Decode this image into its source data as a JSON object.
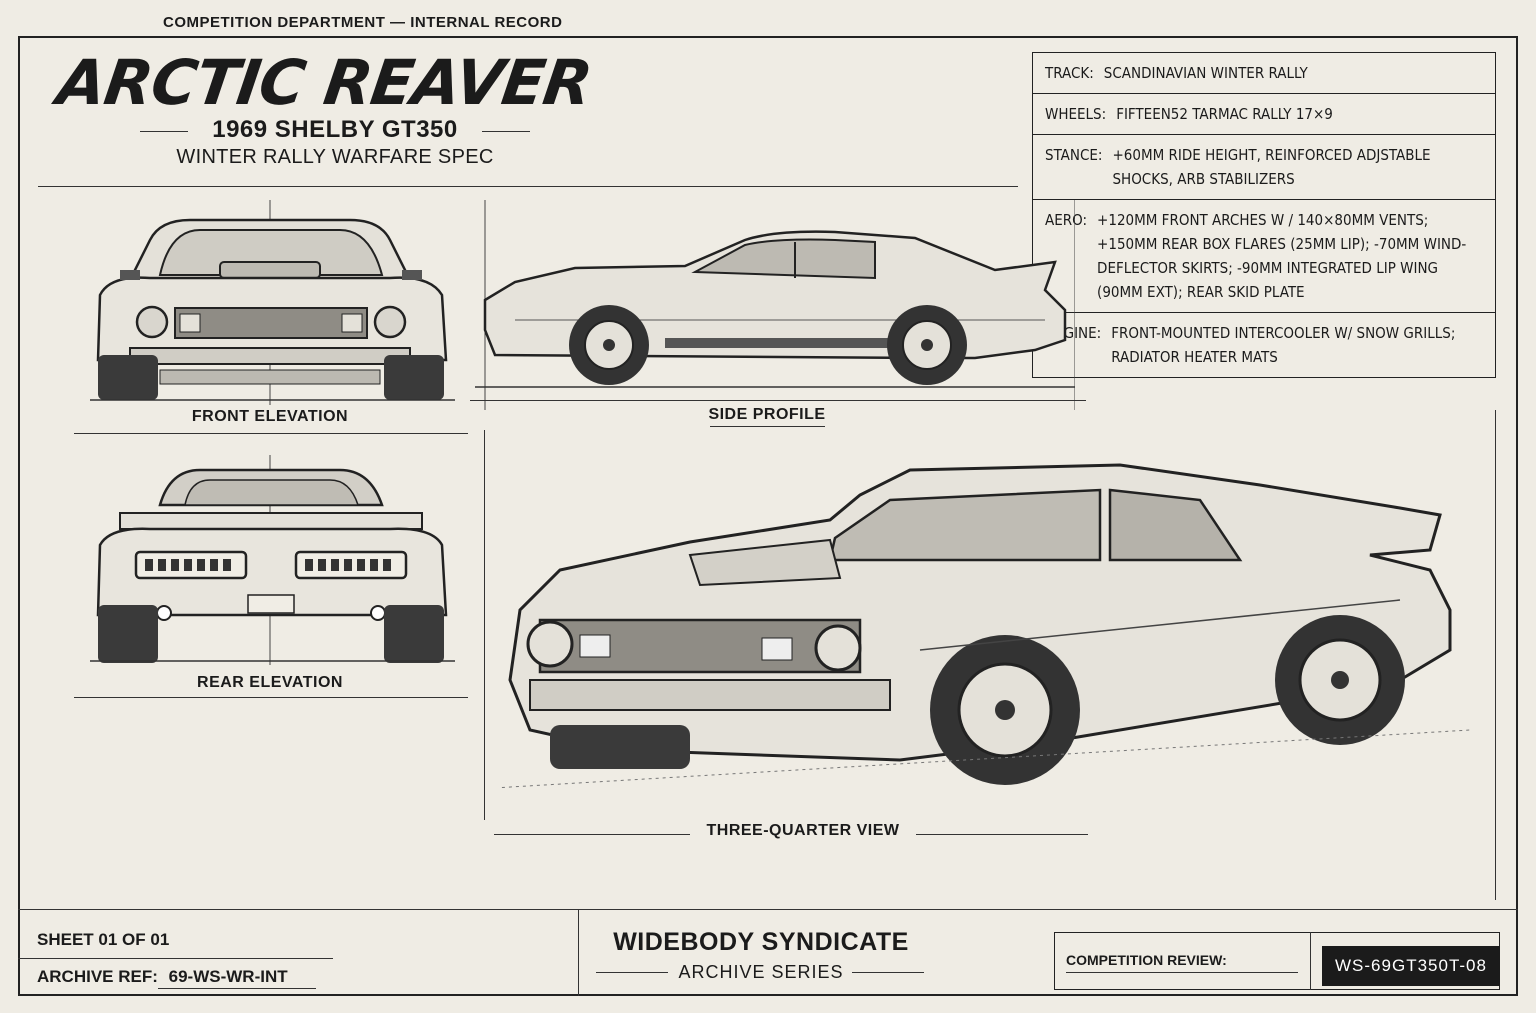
{
  "header": {
    "department_note": "COMPETITION DEPARTMENT — INTERNAL RECORD",
    "title": "ARCTIC REAVER",
    "model": "1969 SHELBY GT350",
    "spec": "WINTER RALLY WARFARE SPEC"
  },
  "specs": [
    {
      "key": "TRACK:",
      "value": "SCANDINAVIAN WINTER RALLY"
    },
    {
      "key": "WHEELS:",
      "value": "FIFTEEN52 TARMAC RALLY 17×9"
    },
    {
      "key": "STANCE:",
      "value": "+60MM RIDE HEIGHT, REINFORCED ADJSTABLE SHOCKS, ARB STABILIZERS"
    },
    {
      "key": "AERO:",
      "value": "+120MM FRONT ARCHES W / 140×80MM VENTS; +150MM REAR BOX FLARES (25MM LIP); -70MM WIND-DEFLECTOR SKIRTS; -90MM INTEGRATED LIP WING (90MM EXT); REAR SKID PLATE"
    },
    {
      "key": "ENGINE:",
      "value": "FRONT-MOUNTED INTERCOOLER W/ SNOW GRILLS; RADIATOR HEATER MATS"
    }
  ],
  "views": {
    "front": "FRONT ELEVATION",
    "side": "SIDE PROFILE",
    "rear": "REAR ELEVATION",
    "three_quarter": "THREE-QUARTER VIEW"
  },
  "footer": {
    "sheet": "SHEET 01 OF 01",
    "archive_ref_label": "ARCHIVE REF:",
    "archive_ref": "69-WS-WR-INT",
    "brand": "WIDEBODY SYNDICATE",
    "series": "ARCHIVE SERIES",
    "review_label": "COMPETITION REVIEW:",
    "code": "WS-69GT350T-08"
  }
}
